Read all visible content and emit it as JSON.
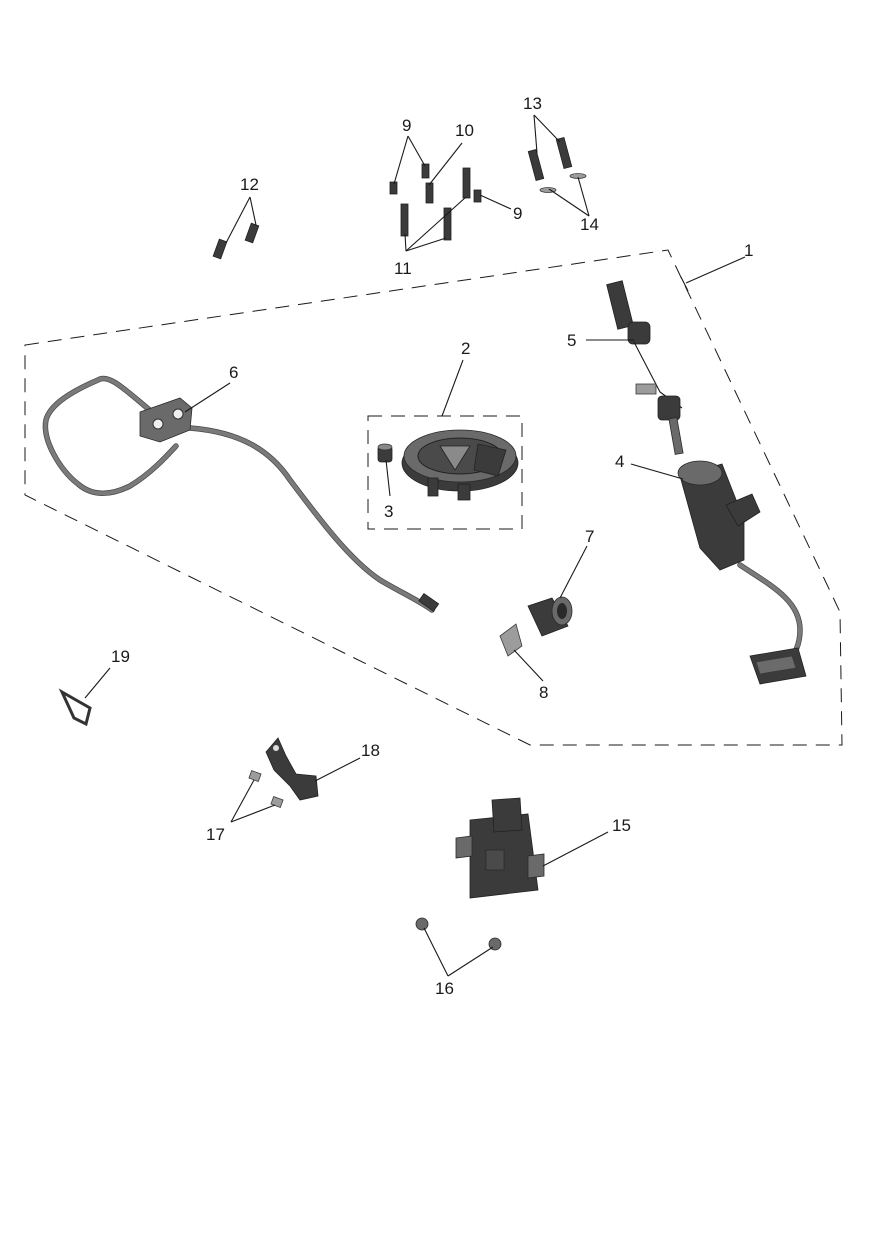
{
  "callouts": {
    "c1": "1",
    "c2": "2",
    "c3": "3",
    "c4": "4",
    "c5": "5",
    "c6": "6",
    "c7": "7",
    "c8": "8",
    "c9a": "9",
    "c9b": "9",
    "c10": "10",
    "c11": "11",
    "c12": "12",
    "c13": "13",
    "c14": "14",
    "c15": "15",
    "c16": "16",
    "c17": "17",
    "c18": "18",
    "c19": "19"
  },
  "colors": {
    "ink": "#1a1a1a",
    "part_dark": "#3b3b3b",
    "part_light": "#9c9c9c"
  }
}
